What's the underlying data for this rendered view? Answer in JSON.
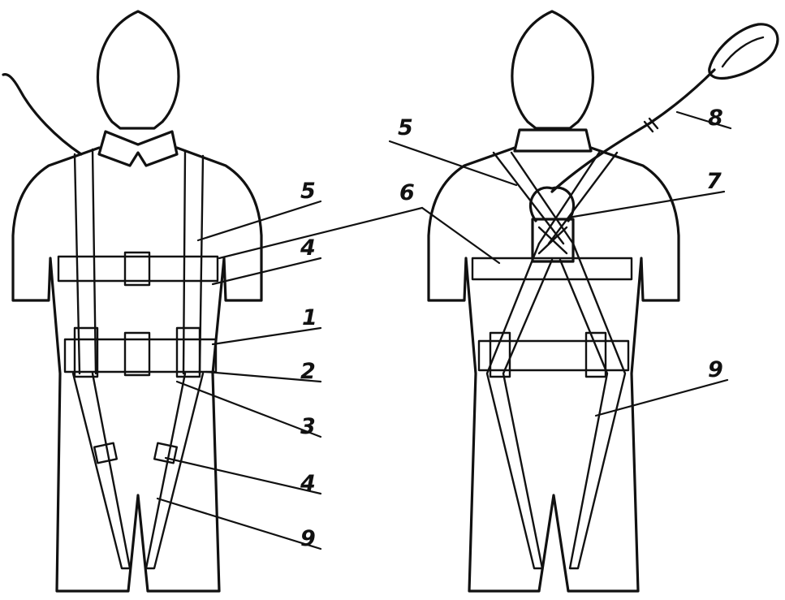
{
  "colors": {
    "ink": "#111111",
    "background": "#ffffff"
  },
  "front_view": {
    "callouts": [
      {
        "id": "front-5",
        "text": "5"
      },
      {
        "id": "front-4-top",
        "text": "4"
      },
      {
        "id": "front-1",
        "text": "1"
      },
      {
        "id": "front-2",
        "text": "2"
      },
      {
        "id": "front-3",
        "text": "3"
      },
      {
        "id": "front-4-bottom",
        "text": "4"
      },
      {
        "id": "front-9",
        "text": "9"
      }
    ]
  },
  "shared": {
    "callouts": [
      {
        "id": "shared-6",
        "text": "6"
      }
    ]
  },
  "back_view": {
    "callouts": [
      {
        "id": "back-5",
        "text": "5"
      },
      {
        "id": "back-7",
        "text": "7"
      },
      {
        "id": "back-8",
        "text": "8"
      },
      {
        "id": "back-9",
        "text": "9"
      }
    ]
  }
}
